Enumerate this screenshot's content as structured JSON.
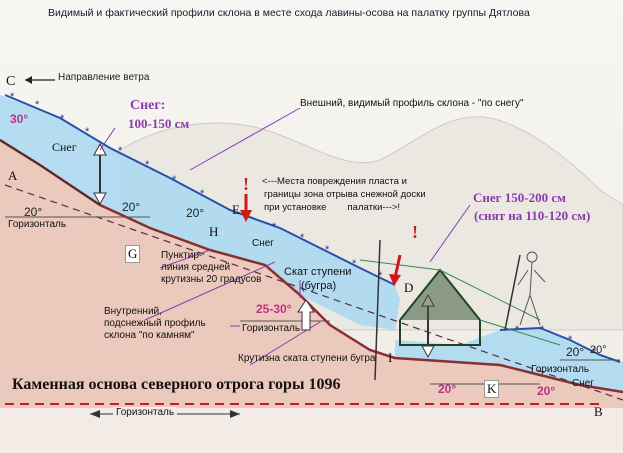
{
  "title": "Видимый и фактический профили склона в месте схода лавины-осова на палатку группы Дятлова",
  "points": {
    "C": "C",
    "A": "A",
    "E": "E",
    "H": "H",
    "G": "G",
    "D": "D",
    "I": "I",
    "K": "K",
    "B": "B"
  },
  "labels": {
    "wind": "Направление ветра",
    "snow_top": "Снег:",
    "snow_top_depth": "100-150 см",
    "snow_left": "Снег",
    "outer_profile": "Внешний, видимый профиль склона - \"по снегу\"",
    "damage_line1": "<---Места повреждения пласта и",
    "damage_line2": "границы зона отрыва снежной доски",
    "damage_line3": "при установке        палатки--->!",
    "snow_right1": "Снег 150-200 см",
    "snow_right2": "(снят на 110-120 см)",
    "horizon_left": "Горизонталь",
    "snow_mid": "Снег",
    "dashed_line1": "Пунктир-",
    "dashed_line2": "линия средней",
    "dashed_line3": "крутизны 20 градусов",
    "step_slope1": "Скат ступени",
    "step_slope2": "(бугра)",
    "inner_profile1": "Внутренний,",
    "inner_profile2": "подснежный профиль",
    "inner_profile3": "склона \"по камням\"",
    "horizon_mid": "Горизонталь",
    "step_steepness": "Крутизна ската ступени бугра",
    "horizon_right": "Горизонталь",
    "snow_br": "Снег",
    "bedrock": "Каменная основа северного отрога горы 1096",
    "horizon_bottom": "Горизонталь"
  },
  "angles": {
    "a30": "30°",
    "a20_left": "20°",
    "a20_mid": "20°",
    "a20_c": "20°",
    "a25_30": "25-30°",
    "a20_r1": "20°",
    "a20_r2": "20°",
    "a20_bottom": "20°",
    "a20_b": "20°"
  },
  "colors": {
    "title": "#1a1a2e",
    "snow": "#9fd3f0",
    "snow_dark": "#2f7fc0",
    "profile_blue": "#2a4fa8",
    "rock": "#e9c9bd",
    "rock_line": "#8a2f2f",
    "label_purple": "#8a3bb0",
    "angle_pink": "#c0308a",
    "red": "#d01818",
    "green": "#2e8a5a",
    "text": "#1e1e1e"
  }
}
